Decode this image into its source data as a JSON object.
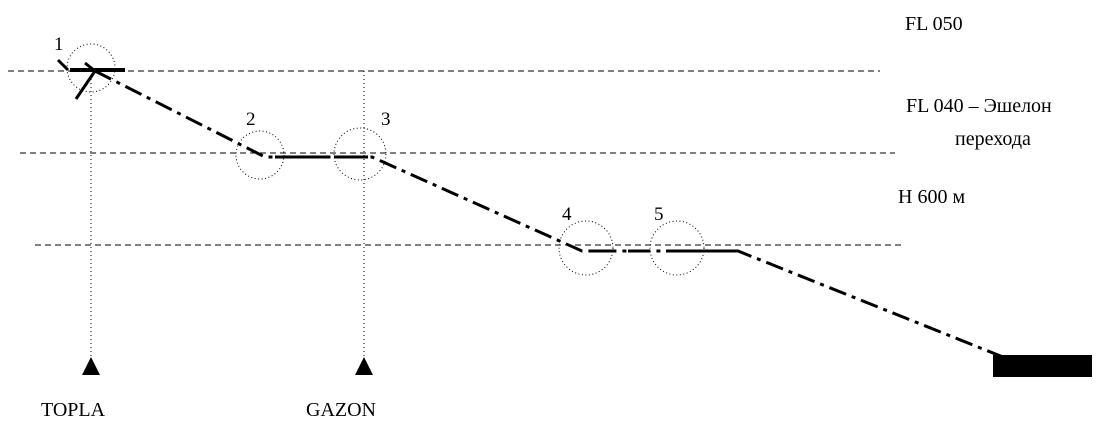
{
  "levels": {
    "fl050": "FL 050",
    "fl040_line1": "FL 040 – Эшелон",
    "fl040_line2": "перехода",
    "h600": "H 600 м"
  },
  "points": {
    "p1": "1",
    "p2": "2",
    "p3": "3",
    "p4": "4",
    "p5": "5"
  },
  "beacons": {
    "topla": "TOPLA",
    "gazon": "GAZON"
  },
  "colors": {
    "stroke": "#000000",
    "background": "#ffffff"
  }
}
